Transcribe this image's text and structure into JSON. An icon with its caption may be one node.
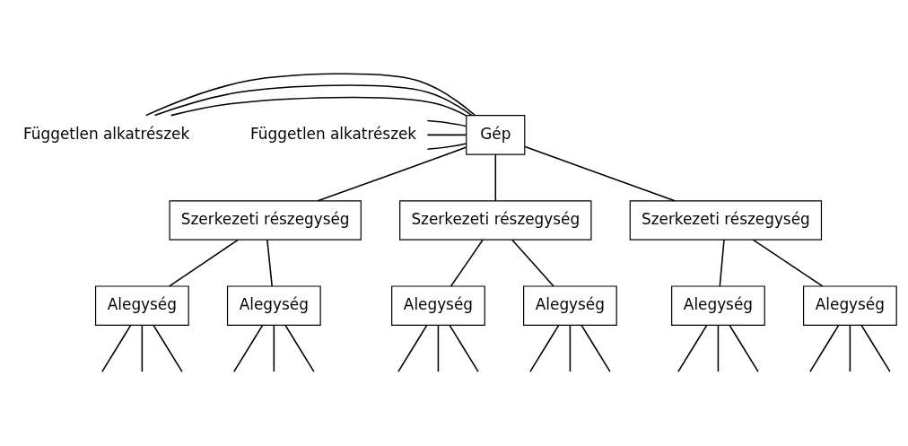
{
  "diagram": {
    "nodes": [
      {
        "text": [
          "Független alkatrészek"
        ]
      },
      {
        "text": [
          "Gép"
        ]
      },
      {
        "text": [
          "Független alkatrészek"
        ]
      },
      {
        "text": [
          "Szerkezeti részegység"
        ]
      },
      {
        "text": [
          "Szerkezeti részegység"
        ]
      },
      {
        "text": [
          "Szerkezeti részegység"
        ]
      },
      {
        "text": [
          "Alegység"
        ]
      },
      {
        "text": [
          "Alegység"
        ]
      },
      {
        "text": [
          "Alegység"
        ]
      },
      {
        "text": [
          "Alegység"
        ]
      },
      {
        "text": [
          "Alegység"
        ]
      },
      {
        "text": [
          "Alegység"
        ]
      }
    ],
    "edges": [
      {
        "from": 1,
        "to": 0,
        "arrow": "none"
      },
      {
        "from": 1,
        "to": 0,
        "arrow": "none"
      },
      {
        "from": 1,
        "to": 0,
        "arrow": "none"
      },
      {
        "from": 1,
        "to": 2,
        "arrow": "none"
      },
      {
        "from": 1,
        "to": 2,
        "arrow": "none"
      },
      {
        "from": 1,
        "to": 2,
        "arrow": "none"
      },
      {
        "from": 1,
        "to": 3,
        "arrow": "none"
      },
      {
        "from": 1,
        "to": 4,
        "arrow": "none"
      },
      {
        "from": 1,
        "to": 5,
        "arrow": "none"
      },
      {
        "from": 3,
        "to": 6,
        "arrow": "none"
      },
      {
        "from": 3,
        "to": 7,
        "arrow": "none"
      },
      {
        "from": 4,
        "to": 8,
        "arrow": "none"
      },
      {
        "from": 4,
        "to": 9,
        "arrow": "none"
      },
      {
        "from": 5,
        "to": 10,
        "arrow": "none"
      },
      {
        "from": 5,
        "to": 11,
        "arrow": "none"
      },
      {
        "from": 6,
        "to": null,
        "arrow": "none"
      },
      {
        "from": 6,
        "to": null,
        "arrow": "none"
      },
      {
        "from": 6,
        "to": null,
        "arrow": "none"
      },
      {
        "from": 7,
        "to": null,
        "arrow": "none"
      },
      {
        "from": 7,
        "to": null,
        "arrow": "none"
      },
      {
        "from": 7,
        "to": null,
        "arrow": "none"
      },
      {
        "from": 8,
        "to": null,
        "arrow": "none"
      },
      {
        "from": 8,
        "to": null,
        "arrow": "none"
      },
      {
        "from": 8,
        "to": null,
        "arrow": "none"
      },
      {
        "from": 9,
        "to": null,
        "arrow": "none"
      },
      {
        "from": 9,
        "to": null,
        "arrow": "none"
      },
      {
        "from": 9,
        "to": null,
        "arrow": "none"
      },
      {
        "from": 10,
        "to": null,
        "arrow": "none"
      },
      {
        "from": 10,
        "to": null,
        "arrow": "none"
      },
      {
        "from": 10,
        "to": null,
        "arrow": "none"
      },
      {
        "from": 11,
        "to": null,
        "arrow": "none"
      },
      {
        "from": 11,
        "to": null,
        "arrow": "none"
      },
      {
        "from": 11,
        "to": null,
        "arrow": "none"
      }
    ]
  }
}
